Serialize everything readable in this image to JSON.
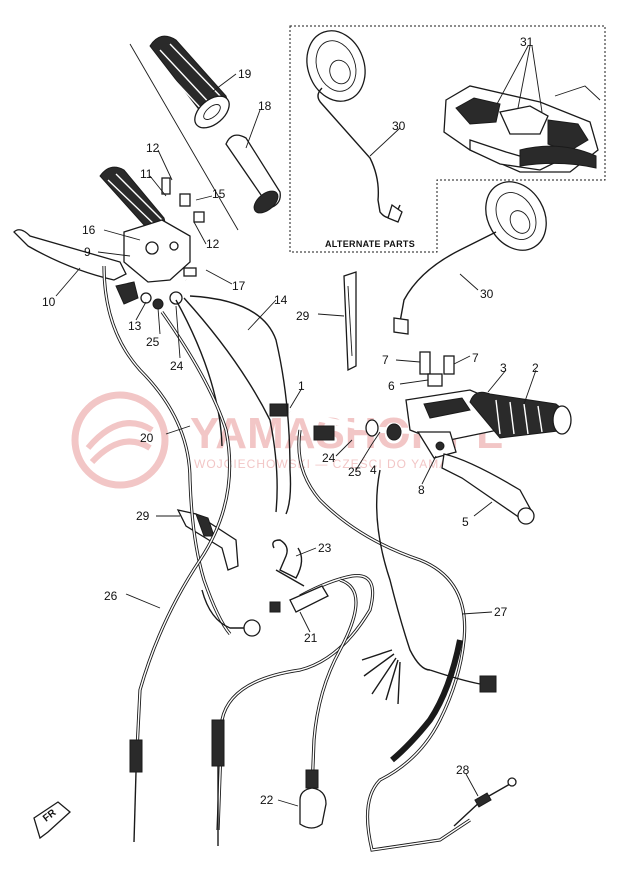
{
  "diagram": {
    "alternate_label": "ALTERNATE PARTS",
    "front_label": "FR",
    "watermark": {
      "brand": "YAMASHOP.PL",
      "tagline": "WOJCIECHOWSKI — CZĘŚCI DO YAMAHA"
    },
    "callouts": {
      "c1": "1",
      "c2": "2",
      "c3": "3",
      "c4": "4",
      "c5": "5",
      "c6": "6",
      "c7a": "7",
      "c7b": "7",
      "c8": "8",
      "c9": "9",
      "c10": "10",
      "c11": "11",
      "c12a": "12",
      "c12b": "12",
      "c13": "13",
      "c14": "14",
      "c15": "15",
      "c16": "16",
      "c17": "17",
      "c18": "18",
      "c19": "19",
      "c20": "20",
      "c21": "21",
      "c22": "22",
      "c23": "23",
      "c24a": "24",
      "c24b": "24",
      "c25a": "25",
      "c25b": "25",
      "c26": "26",
      "c27": "27",
      "c28": "28",
      "c29a": "29",
      "c29b": "29",
      "c30a": "30",
      "c30b": "30",
      "c31": "31"
    }
  }
}
